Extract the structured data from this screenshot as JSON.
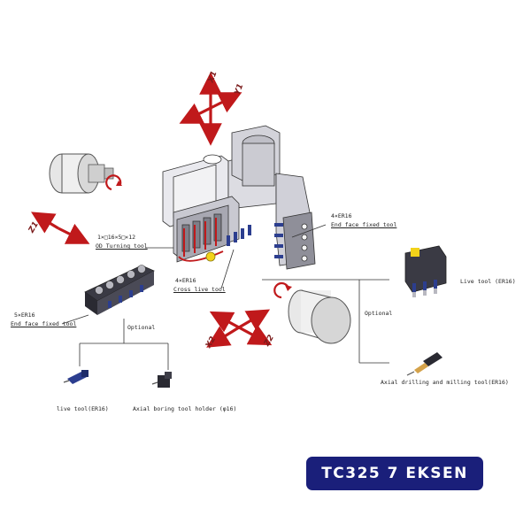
{
  "colors": {
    "badge_bg": "#1a1f7a",
    "badge_text": "#ffffff",
    "arrow_red": "#c0191b",
    "tool_blue": "#2c3e8f"
  },
  "axes": {
    "x1": "X1",
    "y1": "Y1",
    "z1": "Z1",
    "x2": "X2",
    "z2": "Z2"
  },
  "labels": {
    "od_turning_spec": "1×□16×5□×12",
    "od_turning_name": "OD Turning tool",
    "cross_live_spec": "4×ER16",
    "cross_live_name": "Cross live tool",
    "end_face_fixed_right_spec": "4×ER16",
    "end_face_fixed_right_name": "End face fixed tool",
    "end_face_fixed_left_spec": "5×ER16",
    "end_face_fixed_left_name": "End face fixed tool",
    "optional_left": "Optional",
    "optional_right": "Optional",
    "live_tool_right": "Live tool (ER16)",
    "axial_drilling": "Axial drilling and milling tool(ER16)",
    "live_tool_left": "live tool(ER16)",
    "axial_boring": "Axial boring tool holder (φ16)"
  },
  "badge": {
    "text": "TC325 7 EKSEN"
  }
}
